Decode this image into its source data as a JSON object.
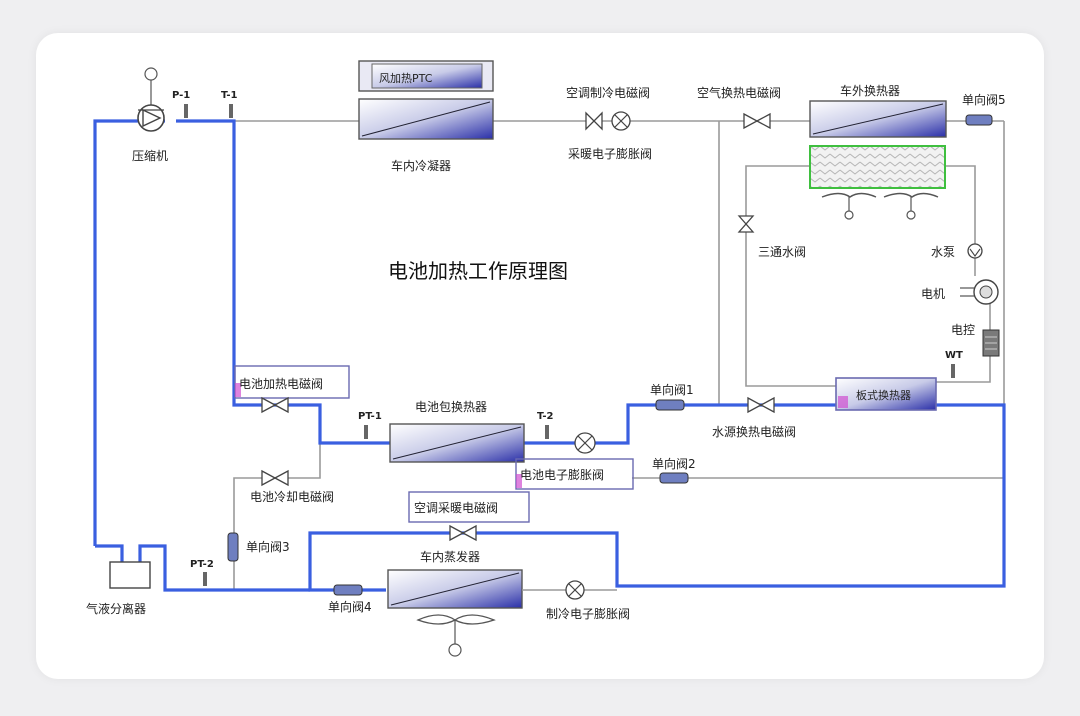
{
  "title": "电池加热工作原理图",
  "labels": {
    "compressor": "压缩机",
    "p1": "P-1",
    "t1": "T-1",
    "ptc": "风加热PTC",
    "inner_condenser": "车内冷凝器",
    "ac_cool_valve": "空调制冷电磁阀",
    "heat_exp_valve": "采暖电子膨胀阀",
    "air_valve": "空气换热电磁阀",
    "outer_hx": "车外换热器",
    "check5": "单向阀5",
    "three_way": "三通水阀",
    "pump": "水泵",
    "motor": "电机",
    "ecu": "电控",
    "wt": "WT",
    "plate_hx": "板式换热器",
    "batt_heat_valve": "电池加热电磁阀",
    "pt1": "PT-1",
    "batt_hx": "电池包换热器",
    "t2": "T-2",
    "check1": "单向阀1",
    "water_valve": "水源换热电磁阀",
    "batt_exp_valve": "电池电子膨胀阀",
    "check2": "单向阀2",
    "batt_cool_valve": "电池冷却电磁阀",
    "ac_heat_valve": "空调采暖电磁阀",
    "check3": "单向阀3",
    "pt2": "PT-2",
    "evaporator": "车内蒸发器",
    "separator": "气液分离器",
    "check4": "单向阀4",
    "cool_exp_valve": "制冷电子膨胀阀"
  },
  "colors": {
    "active_line": "#3a5fe0",
    "idle_line": "#9a9a9a",
    "box_border": "#6a6ab0",
    "radiator_border": "#3fbf3f"
  }
}
